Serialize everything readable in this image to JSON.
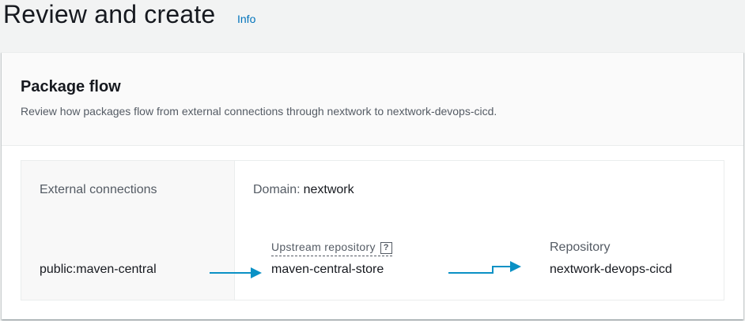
{
  "page": {
    "title": "Review and create",
    "info_link": "Info"
  },
  "section": {
    "title": "Package flow",
    "description": "Review how packages flow from external connections through nextwork to nextwork-devops-cicd."
  },
  "flow": {
    "external_heading": "External connections",
    "external_value": "public:maven-central",
    "domain_label": "Domain:",
    "domain_value": "nextwork",
    "upstream_label": "Upstream repository",
    "upstream_help": "?",
    "upstream_value": "maven-central-store",
    "repository_label": "Repository",
    "repository_value": "nextwork-devops-cicd"
  },
  "colors": {
    "link": "#0073bb",
    "arrow": "#0a91c5",
    "background": "#f2f3f3",
    "text": "#16191f",
    "muted_text": "#545b64"
  },
  "icons": [
    "help-icon",
    "arrow-right-icon"
  ]
}
